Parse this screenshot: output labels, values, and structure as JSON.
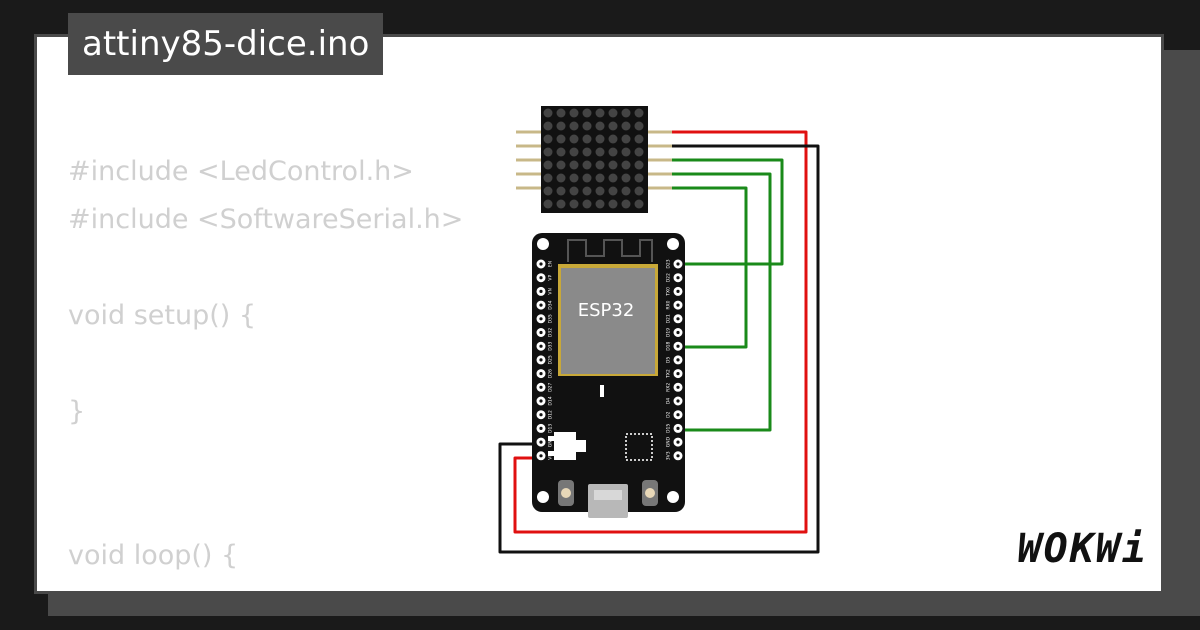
{
  "project": {
    "title": "attiny85-dice.ino"
  },
  "code": {
    "lines": [
      "#include <LedControl.h>",
      "#include <SoftwareSerial.h>",
      "",
      "void setup() {",
      "",
      "}",
      "",
      "",
      "void loop() {"
    ]
  },
  "board": {
    "label": "ESP32",
    "left_pins": [
      "EN",
      "VP",
      "VN",
      "D34",
      "D35",
      "D32",
      "D33",
      "D25",
      "D26",
      "D27",
      "D14",
      "D12",
      "D13",
      "GND",
      "VIN"
    ],
    "right_pins": [
      "D23",
      "D22",
      "TX0",
      "RX0",
      "D21",
      "D19",
      "D18",
      "D5",
      "TX2",
      "RX2",
      "D4",
      "D2",
      "D15",
      "GND",
      "3V3"
    ]
  },
  "brand": {
    "logo": "WOKWi"
  },
  "colors": {
    "wire_power": "#e01010",
    "wire_ground": "#111111",
    "wire_signal": "#1a8a1a",
    "board": "#111111",
    "chip": "#8a8a8a"
  }
}
